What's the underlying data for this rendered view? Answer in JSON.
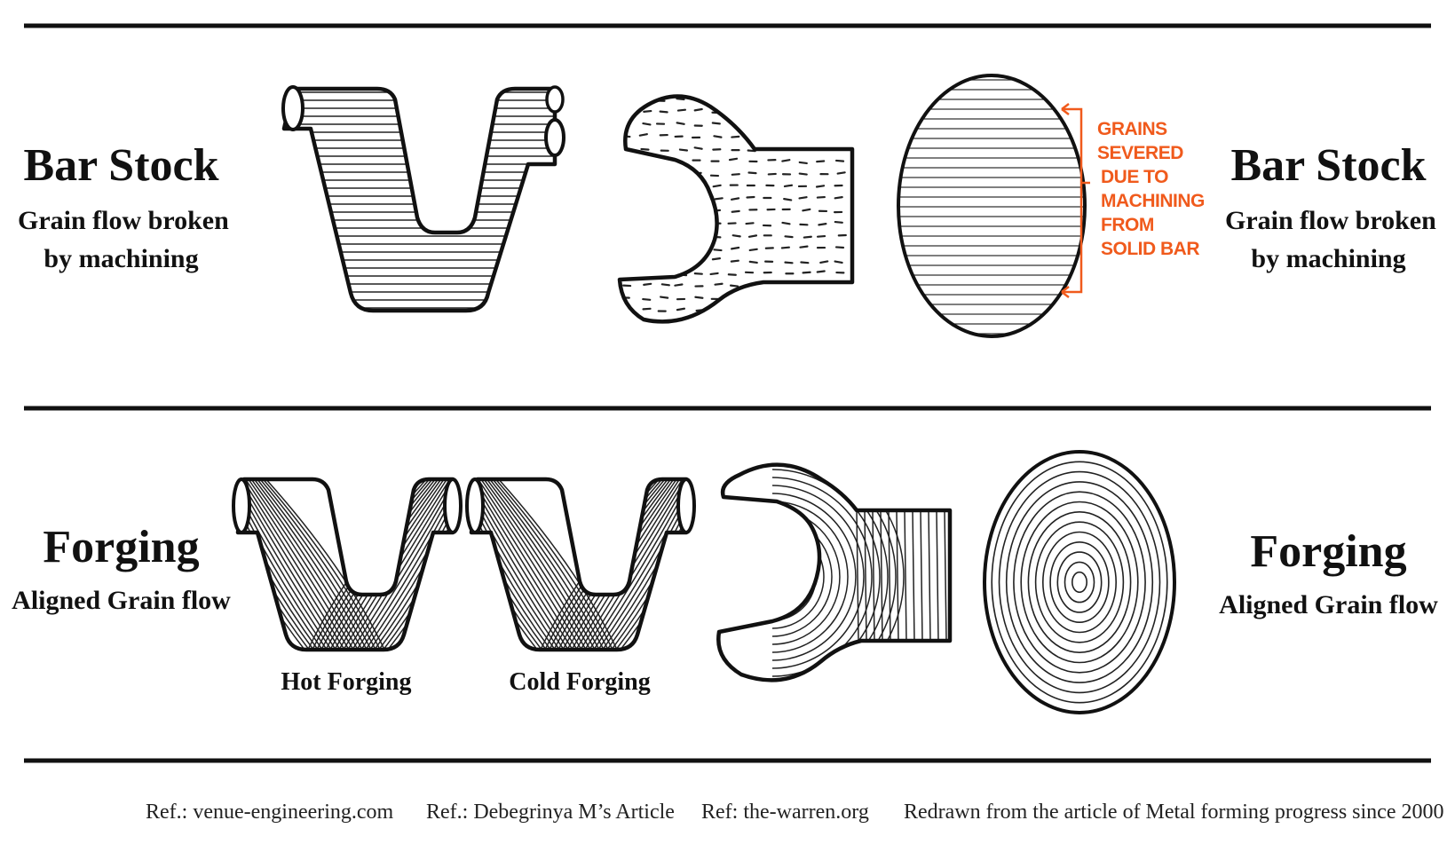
{
  "colors": {
    "ink": "#111111",
    "accent": "#f05a1c",
    "background": "#ffffff"
  },
  "top_row": {
    "left_title": "Bar Stock",
    "left_caption_1": "Grain flow broken",
    "left_caption_2": "by machining",
    "right_title": "Bar Stock",
    "right_caption_1": "Grain flow broken",
    "right_caption_2": "by machining",
    "annotation": [
      "GRAINS",
      "SEVERED",
      "DUE TO",
      "MACHINING",
      "FROM",
      "SOLID BAR"
    ]
  },
  "bottom_row": {
    "left_title": "Forging",
    "left_caption": "Aligned Grain flow",
    "right_title": "Forging",
    "right_caption": "Aligned Grain flow",
    "hot_label": "Hot Forging",
    "cold_label": "Cold Forging"
  },
  "references": [
    "Ref.: venue-engineering.com",
    "Ref.: Debegrinya M’s Article",
    "Ref: the-warren.org",
    "Redrawn from the article of Metal forming progress since 2000"
  ]
}
